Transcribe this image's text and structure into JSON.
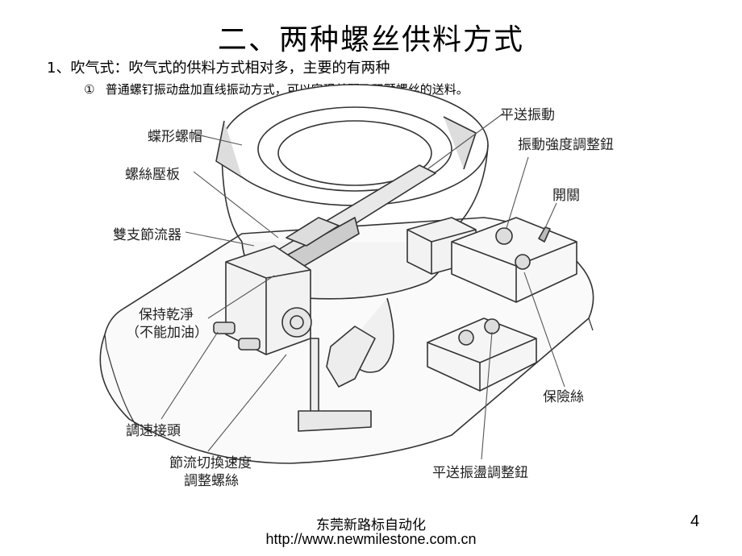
{
  "slide": {
    "title": "二、两种螺丝供料方式",
    "line1": "1、吹气式：吹气式的供料方式相对多，主要的有两种",
    "line2_num": "①",
    "line2_text": "普通螺钉振动盘加直线振动方式，可以实现单颗及双颗螺丝的送料。"
  },
  "diagram": {
    "labels": {
      "wing_nut": "蝶形螺帽",
      "screw_plate": "螺絲壓板",
      "double_restrictor": "雙支節流器",
      "keep_clean_1": "保持乾淨",
      "keep_clean_2": "（不能加油）",
      "speed_joint": "調速接頭",
      "restrictor_screw_1": "節流切換速度",
      "restrictor_screw_2": "調整螺絲",
      "linear_vibe_top": "平送振動",
      "vibe_intensity_knob": "振動強度調整鈕",
      "switch": "開關",
      "fuse": "保險絲",
      "linear_vibe_knob": "平送振盪調整鈕"
    }
  },
  "footer": {
    "company": "东莞新路标自动化",
    "url": "http://www.newmilestone.com.cn",
    "page_number": "4"
  }
}
